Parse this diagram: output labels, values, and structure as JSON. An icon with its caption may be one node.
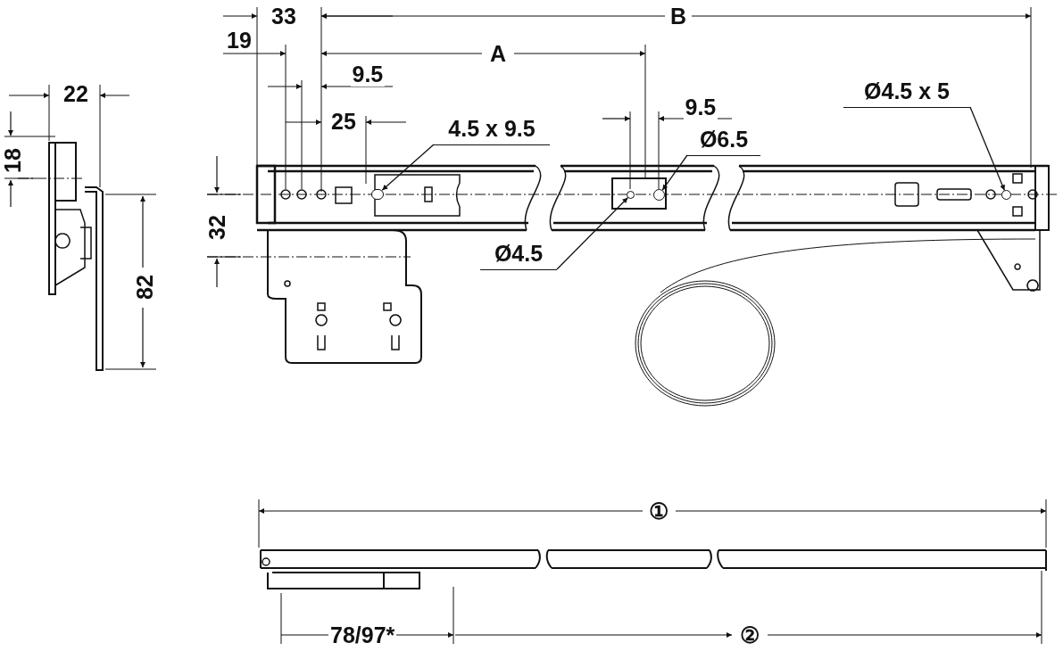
{
  "diagram": {
    "nodes": [
      {
        "text": [
          "4.5 x 9.5"
        ]
      },
      {
        "text": [
          "Ø6.5"
        ]
      },
      {
        "text": [
          "Ø4.5 x 5"
        ]
      },
      {
        "text": [
          "Ø4.5"
        ]
      },
      {
        "text": [],
        "shape": "circle"
      },
      {
        "text": [],
        "shape": "circle"
      },
      {
        "text": [],
        "shape": "circle"
      },
      {
        "text": [],
        "shape": "circle"
      }
    ],
    "edges": [
      {
        "from": 0,
        "to": 4,
        "arrow": "to"
      },
      {
        "from": 1,
        "to": 6,
        "arrow": "to"
      },
      {
        "from": 2,
        "to": 7,
        "arrow": "to"
      },
      {
        "from": 3,
        "to": 5,
        "arrow": "to"
      }
    ],
    "labels": [
      "33",
      "B",
      "19",
      "A",
      "9.5",
      "25",
      "9.5",
      "22",
      "18",
      "32",
      "82",
      "①",
      "②",
      "78/97*"
    ]
  }
}
